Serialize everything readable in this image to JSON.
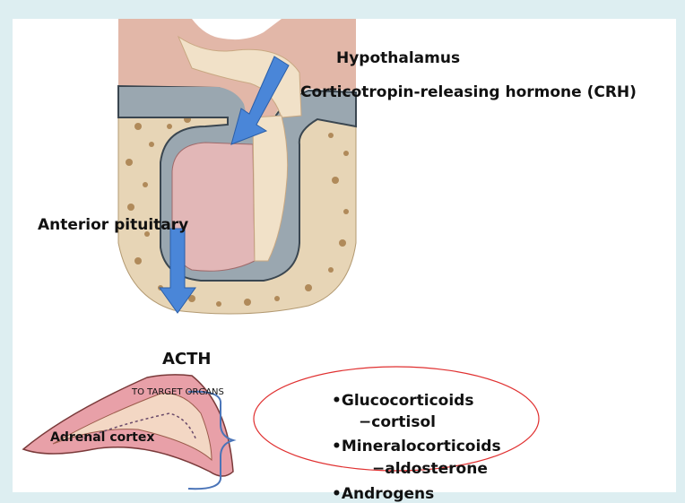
{
  "labels": {
    "hypothalamus": "Hypothalamus",
    "crh": "Corticotropin-releasing hormone (CRH)",
    "anterior_pituitary": "Anterior pituitary",
    "acth": "ACTH",
    "to_target_organs": "TO TARGET ORGANS",
    "adrenal_cortex": "Adrenal cortex"
  },
  "hormones": {
    "glucocorticoids": "•Glucocorticoids",
    "cortisol": "−cortisol",
    "mineralocorticoids": "•Mineralocorticoids",
    "aldosterone": "−aldosterone",
    "androgens": "•Androgens"
  },
  "colors": {
    "background": "#ddeef1",
    "arrow": "#4a86d8",
    "bone": "#e7d5b6",
    "pituitary_anterior": "#e2b7b7",
    "pituitary_posterior": "#f1e1c8",
    "ellipse": "#e03030",
    "bracket": "#4a74b8"
  }
}
